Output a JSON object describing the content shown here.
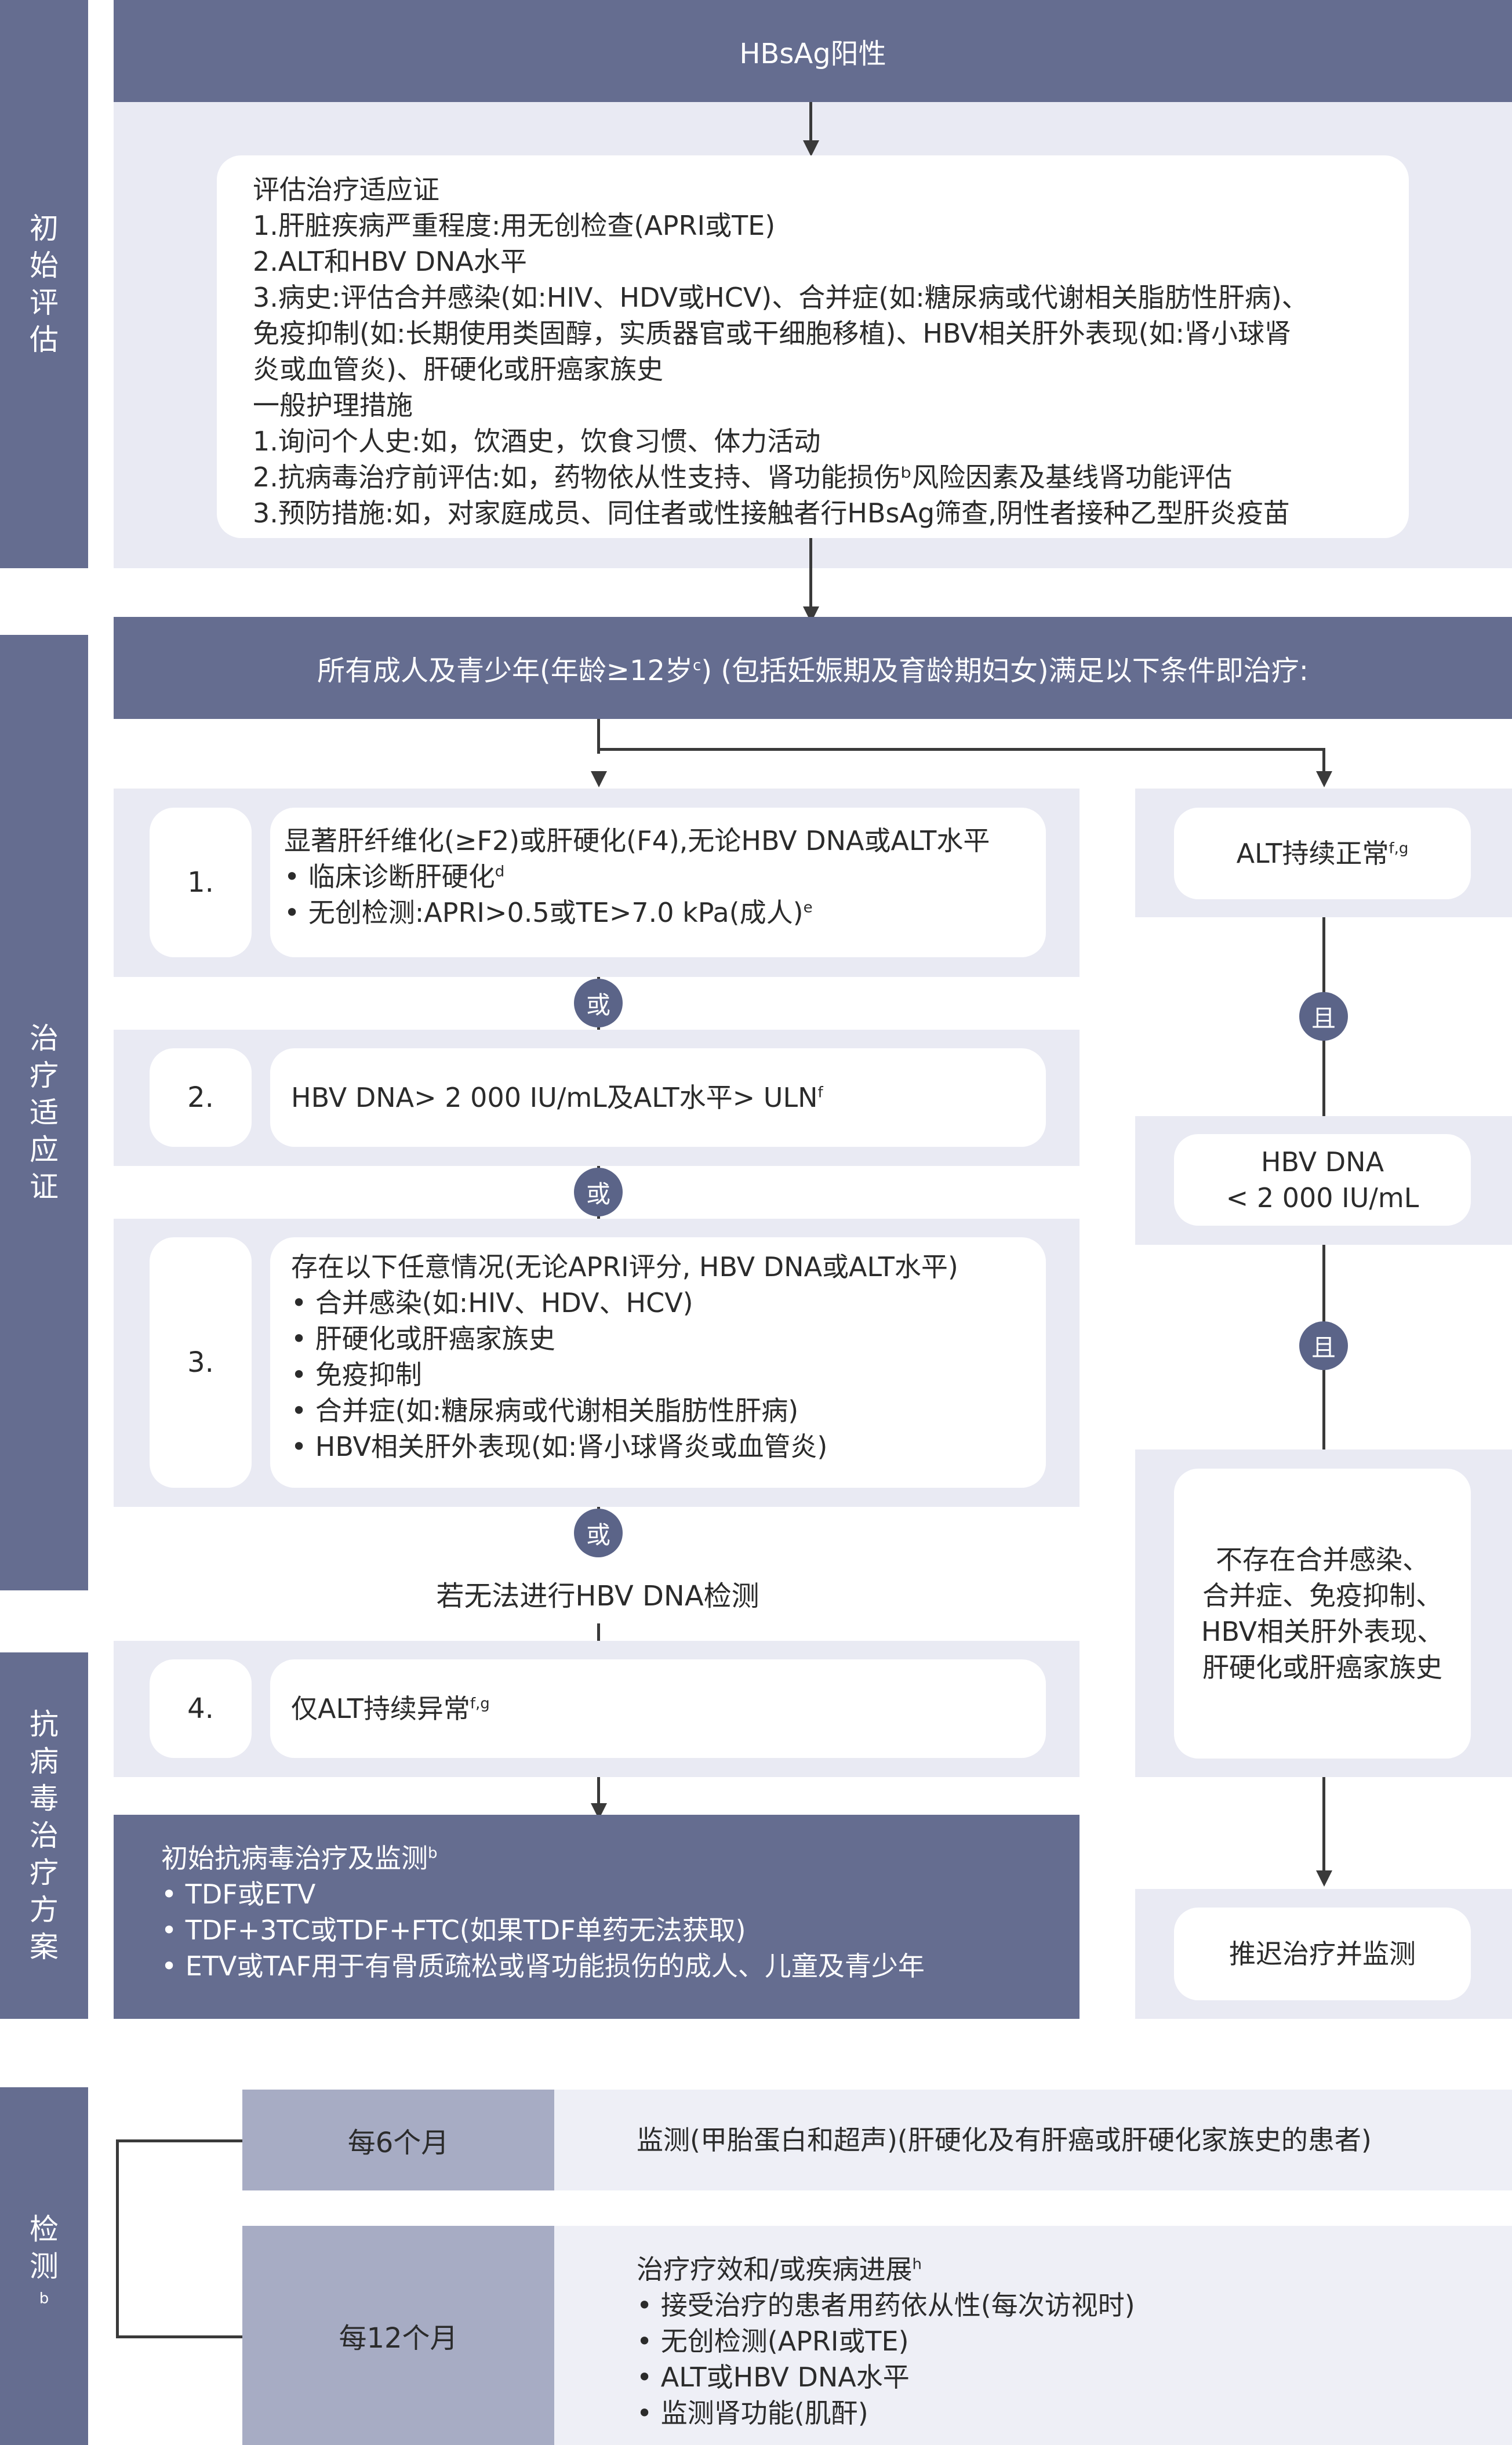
{
  "sections": {
    "initial": "初始评估",
    "indication": "治疗适应证",
    "treatment": "抗病毒治疗方案",
    "monitoring_main": "检测",
    "monitoring_sup": "b"
  },
  "header": "HBsAg阳性",
  "assessment": {
    "lines": [
      "评估治疗适应证",
      "1.肝脏疾病严重程度:用无创检查(APRI或TE)",
      "2.ALT和HBV DNA水平",
      "3.病史:评估合并感染(如:HIV、HDV或HCV)、合并症(如:糖尿病或代谢相关脂肪性肝病)、",
      "免疫抑制(如:长期使用类固醇，实质器官或干细胞移植)、HBV相关肝外表现(如:肾小球肾",
      "炎或血管炎)、肝硬化或肝癌家族史",
      "一般护理措施",
      "1.询问个人史:如，饮酒史，饮食习惯、体力活动",
      "2.抗病毒治疗前评估:如，药物依从性支持、肾功能损伤ᵇ风险因素及基线肾功能评估",
      "3.预防措施:如，对家庭成员、同住者或性接触者行HBsAg筛查,阴性者接种乙型肝炎疫苗"
    ]
  },
  "criteria_header": {
    "main": "所有成人及青少年(年龄≥12岁",
    "sup": "c",
    "rest": ") (包括妊娠期及育龄期妇女)满足以下条件即治疗:"
  },
  "criteria": [
    {
      "number": "1.",
      "title": "显著肝纤维化(≥F2)或肝硬化(F4),无论HBV DNA或ALT水平",
      "b1_main": "• 临床诊断肝硬化",
      "b1_sup": "d",
      "b2_main": "• 无创检测:APRI>0.5或TE>7.0 kPa(成人)",
      "b2_sup": "e"
    },
    {
      "number": "2.",
      "main": "HBV DNA> 2 000 IU/mL及ALT水平> ULN",
      "sup": "f"
    },
    {
      "number": "3.",
      "title": "存在以下任意情况(无论APRI评分, HBV DNA或ALT水平)",
      "bullets": [
        "• 合并感染(如:HIV、HDV、HCV)",
        "• 肝硬化或肝癌家族史",
        "• 免疫抑制",
        "• 合并症(如:糖尿病或代谢相关脂肪性肝病)",
        "• HBV相关肝外表现(如:肾小球肾炎或血管炎)"
      ]
    },
    {
      "number": "4.",
      "main": "仅ALT持续异常",
      "sup": "f,g"
    }
  ],
  "or_label": "或",
  "no_dna_test": "若无法进行HBV DNA检测",
  "right": {
    "alt_normal_main": "ALT持续正常",
    "alt_normal_sup": "f,g",
    "and_label": "且",
    "dna_line1": "HBV DNA",
    "dna_line2": "< 2 000 IU/mL",
    "none_lines": [
      "不存在合并感染、",
      "合并症、免疫抑制、",
      "HBV相关肝外表现、",
      "肝硬化或肝癌家族史"
    ],
    "defer": "推迟治疗并监测"
  },
  "treatment": {
    "title_main": "初始抗病毒治疗及监测",
    "title_sup": "b",
    "bullets": [
      "• TDF或ETV",
      "• TDF+3TC或TDF+FTC(如果TDF单药无法获取)",
      "• ETV或TAF用于有骨质疏松或肾功能损伤的成人、儿童及青少年"
    ]
  },
  "monitoring": [
    {
      "freq": "每6个月",
      "text": "监测(甲胎蛋白和超声)(肝硬化及有肝癌或肝硬化家族史的患者)"
    },
    {
      "freq": "每12个月",
      "title_main": "治疗疗效和/或疾病进展",
      "title_sup": "h",
      "bullets": [
        "• 接受治疗的患者用药依从性(每次访视时)",
        "• 无创检测(APRI或TE)",
        "• ALT或HBV DNA水平",
        "• 监测肾功能(肌酐)"
      ]
    }
  ]
}
